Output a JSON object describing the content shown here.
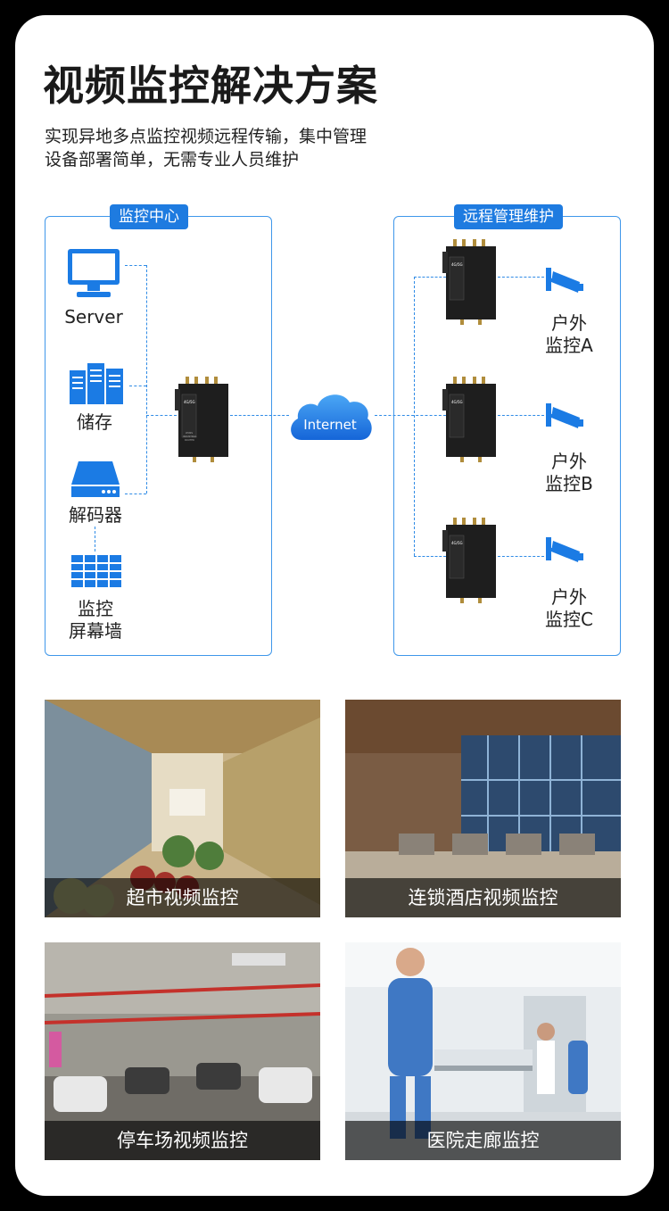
{
  "title": "视频监控解决方案",
  "subtitle": {
    "line1": "实现异地多点监控视频远程传输，集中管理",
    "line2": "设备部署简单，无需专业人员维护"
  },
  "left_panel": {
    "label": "监控中心",
    "devices": {
      "server": "Server",
      "storage": "储存",
      "decoder": "解码器",
      "wall_line1": "监控",
      "wall_line2": "屏幕墙"
    }
  },
  "network": {
    "cloud_label": "Internet"
  },
  "right_panel": {
    "label": "远程管理维护",
    "cameras": [
      {
        "line1": "户外",
        "line2": "监控A"
      },
      {
        "line1": "户外",
        "line2": "监控B"
      },
      {
        "line1": "户外",
        "line2": "监控C"
      }
    ]
  },
  "router": {
    "badge": "4G/5G",
    "text1": "WCNS",
    "text2": "INDUSTRIAL",
    "text3": "ROUTER"
  },
  "scenes": [
    {
      "caption": "超市视频监控"
    },
    {
      "caption": "连锁酒店视频监控"
    },
    {
      "caption": "停车场视频监控"
    },
    {
      "caption": "医院走廊监控"
    }
  ],
  "colors": {
    "accent": "#1e7be0",
    "line": "#2f8be6",
    "icon": "#1b7be4"
  }
}
